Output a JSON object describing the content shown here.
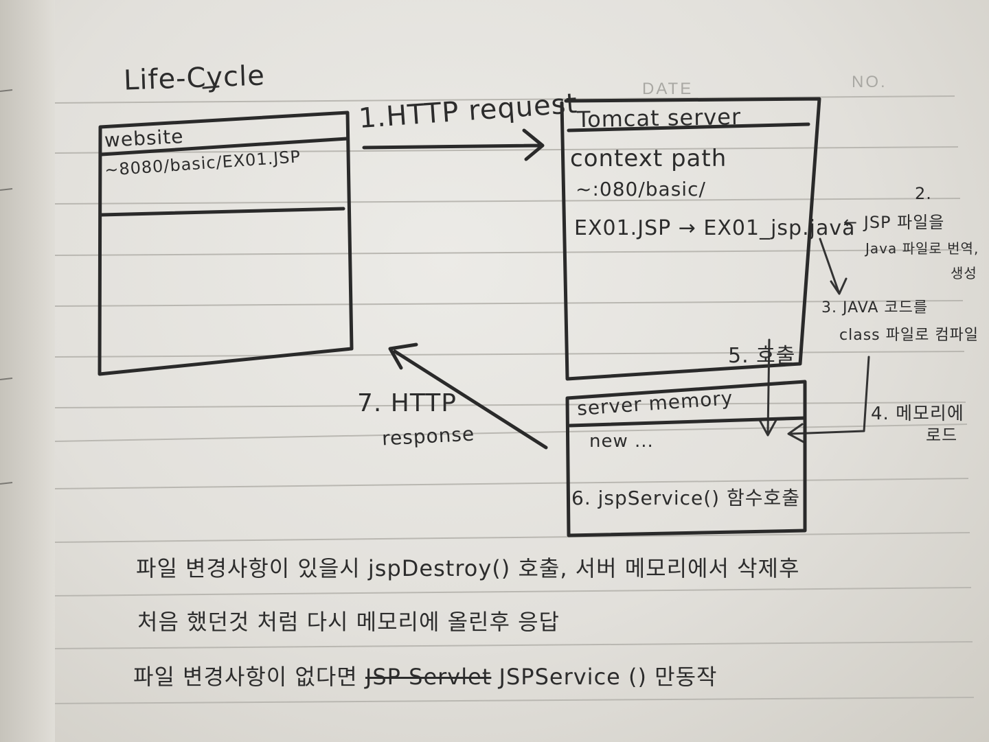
{
  "header": {
    "title": "Life-Cycle",
    "date_label": "DATE",
    "no_label": "NO."
  },
  "website_box": {
    "title": "website",
    "url": "~8080/basic/EX01.JSP"
  },
  "request_arrow": {
    "label": "1.HTTP request"
  },
  "tomcat_box": {
    "title": "Tomcat server",
    "context_label": "context path",
    "context_value": "~:080/basic/",
    "conversion": "EX01.JSP → EX01_jsp.java"
  },
  "step2": {
    "number": "2.",
    "line1": "← JSP 파일을",
    "line2": "Java 파일로 번역,",
    "line3": "생성"
  },
  "step3": {
    "line1": "3. JAVA 코드를",
    "line2": "class 파일로 컴파일"
  },
  "step4": {
    "line1": "4. 메모리에",
    "line2": "로드"
  },
  "step5": {
    "label": "5. 호출"
  },
  "memory_box": {
    "title": "server memory",
    "item1": "new ...",
    "item2": "6. jspService() 함수호출"
  },
  "response_arrow": {
    "line1": "7. HTTP",
    "line2": "response"
  },
  "notes": {
    "line1": "파일 변경사항이 있을시 jspDestroy() 호출, 서버 메모리에서 삭제후",
    "line2": "처음 했던것 처럼 다시 메모리에 올린후 응답",
    "line3_prefix": "파일 변경사항이 없다면",
    "line3_struck": "JSP Servlet",
    "line3_suffix": "JSPService () 만동작"
  }
}
